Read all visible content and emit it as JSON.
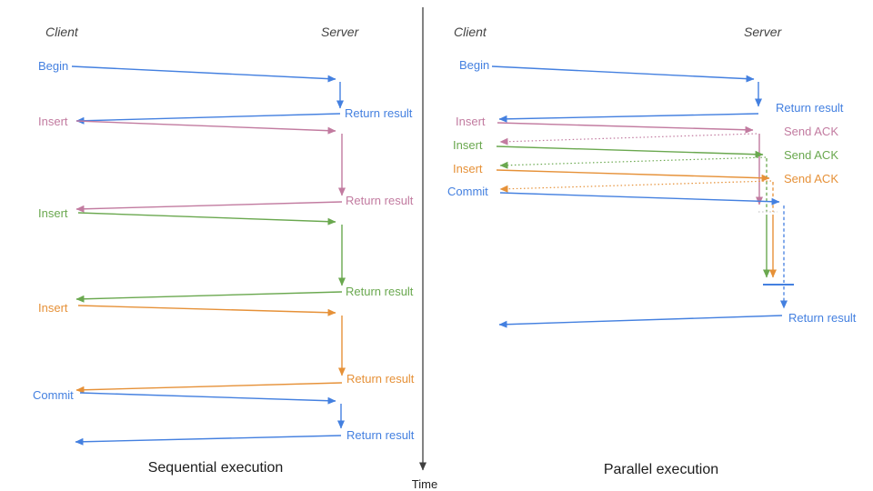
{
  "left": {
    "title": "Sequential execution",
    "client": "Client",
    "server": "Server",
    "steps": [
      {
        "call": "Begin",
        "response": "Return result",
        "color": "#4480e0"
      },
      {
        "call": "Insert",
        "response": "Return result",
        "color": "#c27ba0"
      },
      {
        "call": "Insert",
        "response": "Return result",
        "color": "#6aa84f"
      },
      {
        "call": "Insert",
        "response": "Return result",
        "color": "#e69138"
      },
      {
        "call": "Commit",
        "response": "Return result",
        "color": "#4480e0"
      }
    ]
  },
  "right": {
    "title": "Parallel execution",
    "client": "Client",
    "server": "Server",
    "steps": [
      {
        "call": "Begin",
        "response": "Return result",
        "color": "#4480e0"
      },
      {
        "call": "Insert",
        "response": "Send ACK",
        "color": "#c27ba0"
      },
      {
        "call": "Insert",
        "response": "Send ACK",
        "color": "#6aa84f"
      },
      {
        "call": "Insert",
        "response": "Send ACK",
        "color": "#e69138"
      },
      {
        "call": "Commit",
        "response": "Return result",
        "color": "#4480e0"
      }
    ]
  },
  "time_axis": {
    "label": "Time"
  },
  "colors": {
    "blue": "#4480e0",
    "pink": "#c27ba0",
    "green": "#6aa84f",
    "orange": "#e69138",
    "axis": "#3f3f3f"
  }
}
